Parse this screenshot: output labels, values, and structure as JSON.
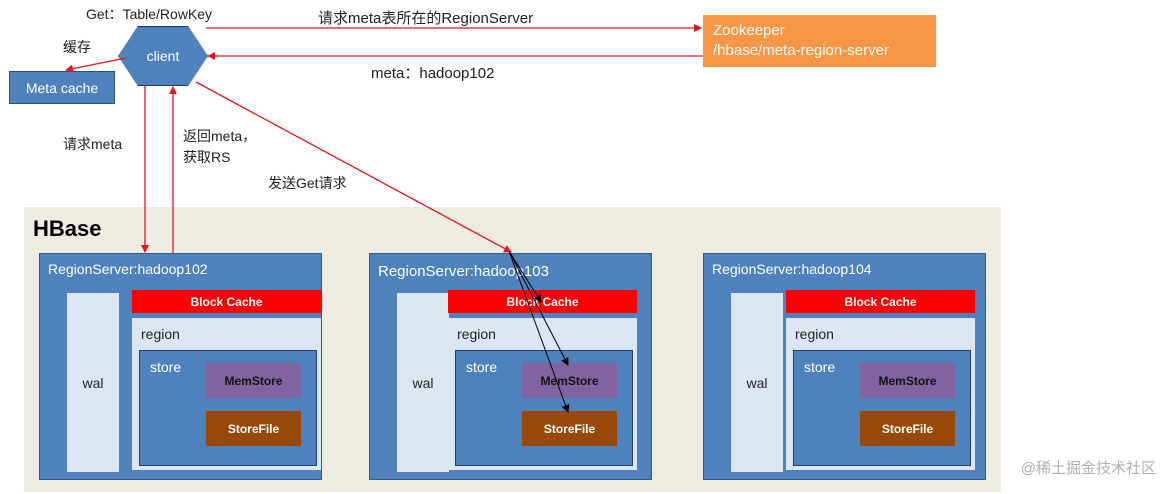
{
  "labels": {
    "get": "Get：Table/RowKey",
    "request_meta_table": "请求meta表所在的RegionServer",
    "cache": "缓存",
    "meta_reply": "meta：hadoop102",
    "request_meta": "请求meta",
    "return_meta_1": "返回meta，",
    "return_meta_2": "获取RS",
    "send_get": "发送Get请求"
  },
  "nodes": {
    "client": "client",
    "meta_cache": "Meta cache",
    "zookeeper_line1": "Zookeeper",
    "zookeeper_line2": "/hbase/meta-region-server"
  },
  "hbase": {
    "title": "HBase",
    "region_servers": [
      {
        "title": "RegionServer:hadoop102",
        "wal": "wal",
        "block_cache": "Block Cache",
        "region": "region",
        "store": "store",
        "memstore": "MemStore",
        "storefile": "StoreFile"
      },
      {
        "title": "RegionServer:hadoop103",
        "wal": "wal",
        "block_cache": "Block Cache",
        "region": "region",
        "store": "store",
        "memstore": "MemStore",
        "storefile": "StoreFile"
      },
      {
        "title": "RegionServer:hadoop104",
        "wal": "wal",
        "block_cache": "Block Cache",
        "region": "region",
        "store": "store",
        "memstore": "MemStore",
        "storefile": "StoreFile"
      }
    ]
  },
  "watermark": "@稀土掘金技术社区",
  "colors": {
    "node_blue": "#4f81bd",
    "zookeeper_orange": "#f79646",
    "block_cache_red": "#ff0000",
    "memstore_purple": "#8064a2",
    "storefile_brown": "#984807",
    "hbase_bg": "#eeece1",
    "light_blue": "#dce6f2",
    "arrow_red": "#e8141b"
  }
}
